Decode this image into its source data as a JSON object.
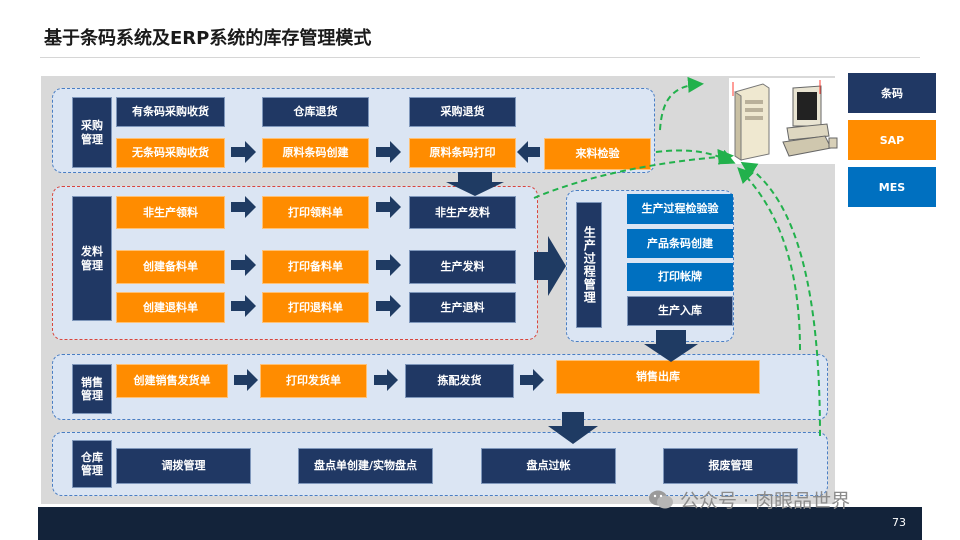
{
  "title": "基于条码系统及ERP系统的库存管理模式",
  "page_number": "73",
  "watermark": "公众号 · 肉眼品世界",
  "legend": [
    {
      "label": "条码",
      "color": "#203864"
    },
    {
      "label": "SAP",
      "color": "#ff8c00"
    },
    {
      "label": "MES",
      "color": "#0070c0"
    }
  ],
  "sections": {
    "purchase": {
      "label": "采购\n管理",
      "items": [
        "有条码采购收货",
        "仓库退货",
        "采购退货",
        "无条码采购收货",
        "原料条码创建",
        "原料条码打印",
        "来料检验"
      ]
    },
    "issue": {
      "label": "发料\n管理",
      "items": [
        "非生产领料",
        "打印领料单",
        "非生产发料",
        "创建备料单",
        "打印备料单",
        "生产发料",
        "创建退料单",
        "打印退料单",
        "生产退料"
      ]
    },
    "production": {
      "label": "生产过程管理",
      "items": [
        "生产过程检验验",
        "产品条码创建",
        "打印帐牌",
        "生产入库"
      ]
    },
    "sales": {
      "label": "销售\n管理",
      "items": [
        "创建销售发货单",
        "打印发货单",
        "拣配发货",
        "销售出库"
      ]
    },
    "warehouse": {
      "label": "仓库\n管理",
      "items": [
        "调拨管理",
        "盘点单创建/实物盘点",
        "盘点过帐",
        "报废管理"
      ]
    }
  }
}
